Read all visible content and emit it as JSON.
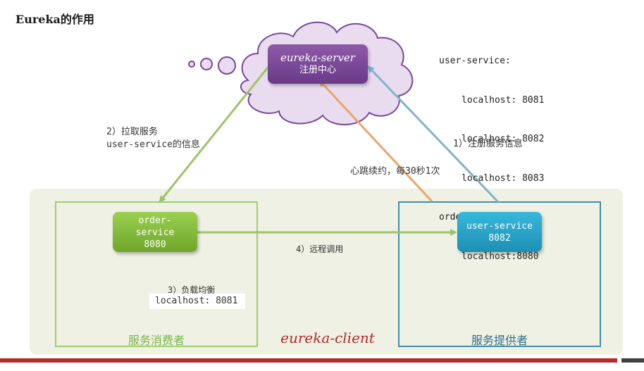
{
  "title": "Eureka的作用",
  "server": {
    "name": "eureka-server",
    "subtitle": "注册中心"
  },
  "registry": {
    "services": [
      {
        "name": "user-service:",
        "hosts": [
          "localhost: 8081",
          "localhost: 8082",
          "localhost: 8083"
        ]
      },
      {
        "name": "order-service:",
        "hosts": [
          "localhost:8080"
        ]
      }
    ]
  },
  "edges": {
    "pull": {
      "line1": "2）拉取服务",
      "line2": "user-service的信息"
    },
    "register": "1）注册服务信息",
    "heartbeat": "心跳续约，每30秒1次",
    "remote_call": "4）远程调用",
    "load_balance": "3）负载均衡",
    "load_balance_value": "localhost: 8081"
  },
  "client": {
    "label": "eureka-client",
    "consumer": {
      "caption": "服务消费者",
      "node_line1": "order-",
      "node_line2": "service",
      "node_line3": "8080"
    },
    "provider": {
      "caption": "服务提供者",
      "node_line1": "user-service",
      "node_line2": "8082"
    }
  },
  "colors": {
    "server": "#7a4699",
    "cloud": "#e9dcef",
    "consumer": "#7ab648",
    "provider": "#1d9fc8",
    "pull_arrow": "#9cc46a",
    "register_arrow": "#7fb3c9",
    "heartbeat_arrow": "#e9a56b",
    "client_label": "#b02a2a"
  }
}
